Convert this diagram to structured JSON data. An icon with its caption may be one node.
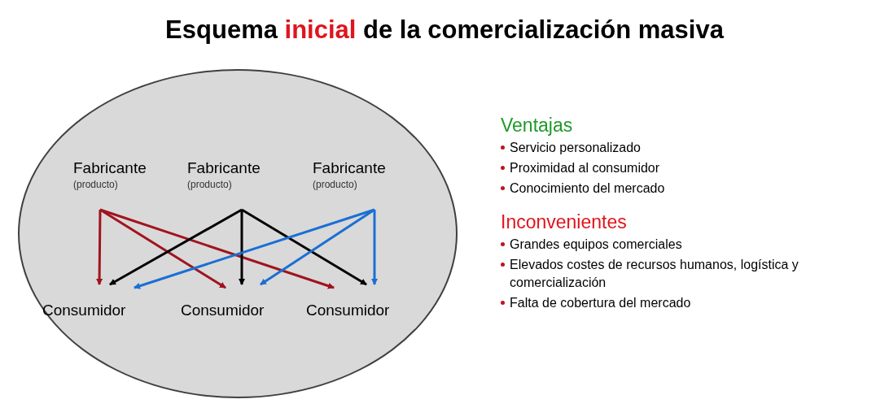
{
  "diagram": {
    "title": "Esquema *inicial* de la comercialización masiva",
    "nodes": [
      {
        "text": [],
        "shape": "ellipse"
      },
      {
        "text": [
          "Fabricante",
          "(producto)"
        ],
        "in": 0
      },
      {
        "text": [
          "Fabricante",
          "(producto)"
        ],
        "in": 0
      },
      {
        "text": [
          "Fabricante",
          "(producto)"
        ],
        "in": 0
      },
      {
        "text": [
          "Consumidor"
        ],
        "in": 0
      },
      {
        "text": [
          "Consumidor"
        ],
        "in": 0
      },
      {
        "text": [
          "Consumidor"
        ],
        "in": 0
      }
    ],
    "edges": [
      {
        "from": 1,
        "to": 4,
        "arrow": "to",
        "color": "#a0141e"
      },
      {
        "from": 1,
        "to": 5,
        "arrow": "to",
        "color": "#a0141e"
      },
      {
        "from": 1,
        "to": 6,
        "arrow": "to",
        "color": "#a0141e"
      },
      {
        "from": 2,
        "to": 4,
        "arrow": "to",
        "color": "#000000"
      },
      {
        "from": 2,
        "to": 5,
        "arrow": "to",
        "color": "#000000"
      },
      {
        "from": 2,
        "to": 6,
        "arrow": "to",
        "color": "#000000"
      },
      {
        "from": 3,
        "to": 4,
        "arrow": "to",
        "color": "#1a6fd4"
      },
      {
        "from": 3,
        "to": 5,
        "arrow": "to",
        "color": "#1a6fd4"
      },
      {
        "from": 3,
        "to": 6,
        "arrow": "to",
        "color": "#1a6fd4"
      }
    ],
    "labels": [
      "Ventajas",
      "Servicio personalizado",
      "Proximidad al consumidor",
      "Conocimiento del mercado",
      "Inconvenientes",
      "Grandes equipos comerciales",
      "Elevados costes de recursos humanos, logística y comercialización",
      "Falta de cobertura del mercado"
    ]
  }
}
